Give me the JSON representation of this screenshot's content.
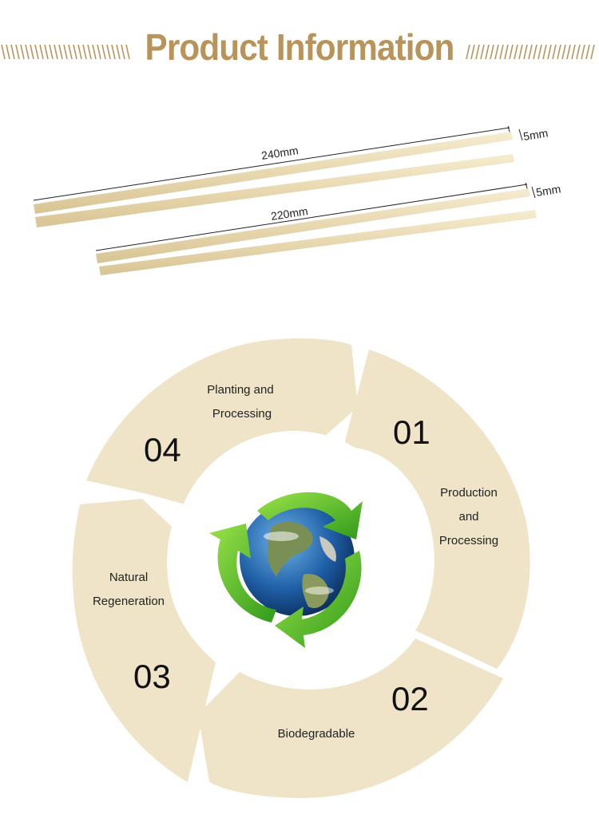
{
  "header": {
    "title": "Product Information"
  },
  "colors": {
    "accent": "#b8945a",
    "bamboo": "#ebdcb6",
    "segment": "#efe4c8"
  },
  "dimensions": {
    "long_length": "240mm",
    "long_width": "5mm",
    "short_length": "220mm",
    "short_width": "5mm"
  },
  "cycle": {
    "center_icon": "globe-recycle-icon",
    "segments": [
      {
        "number": "01",
        "lines": [
          "Production",
          "and",
          "Processing"
        ]
      },
      {
        "number": "02",
        "lines": [
          "Biodegradable"
        ]
      },
      {
        "number": "03",
        "lines": [
          "Natural",
          "Regeneration"
        ]
      },
      {
        "number": "04",
        "lines": [
          "Planting and",
          "Processing"
        ]
      }
    ]
  }
}
